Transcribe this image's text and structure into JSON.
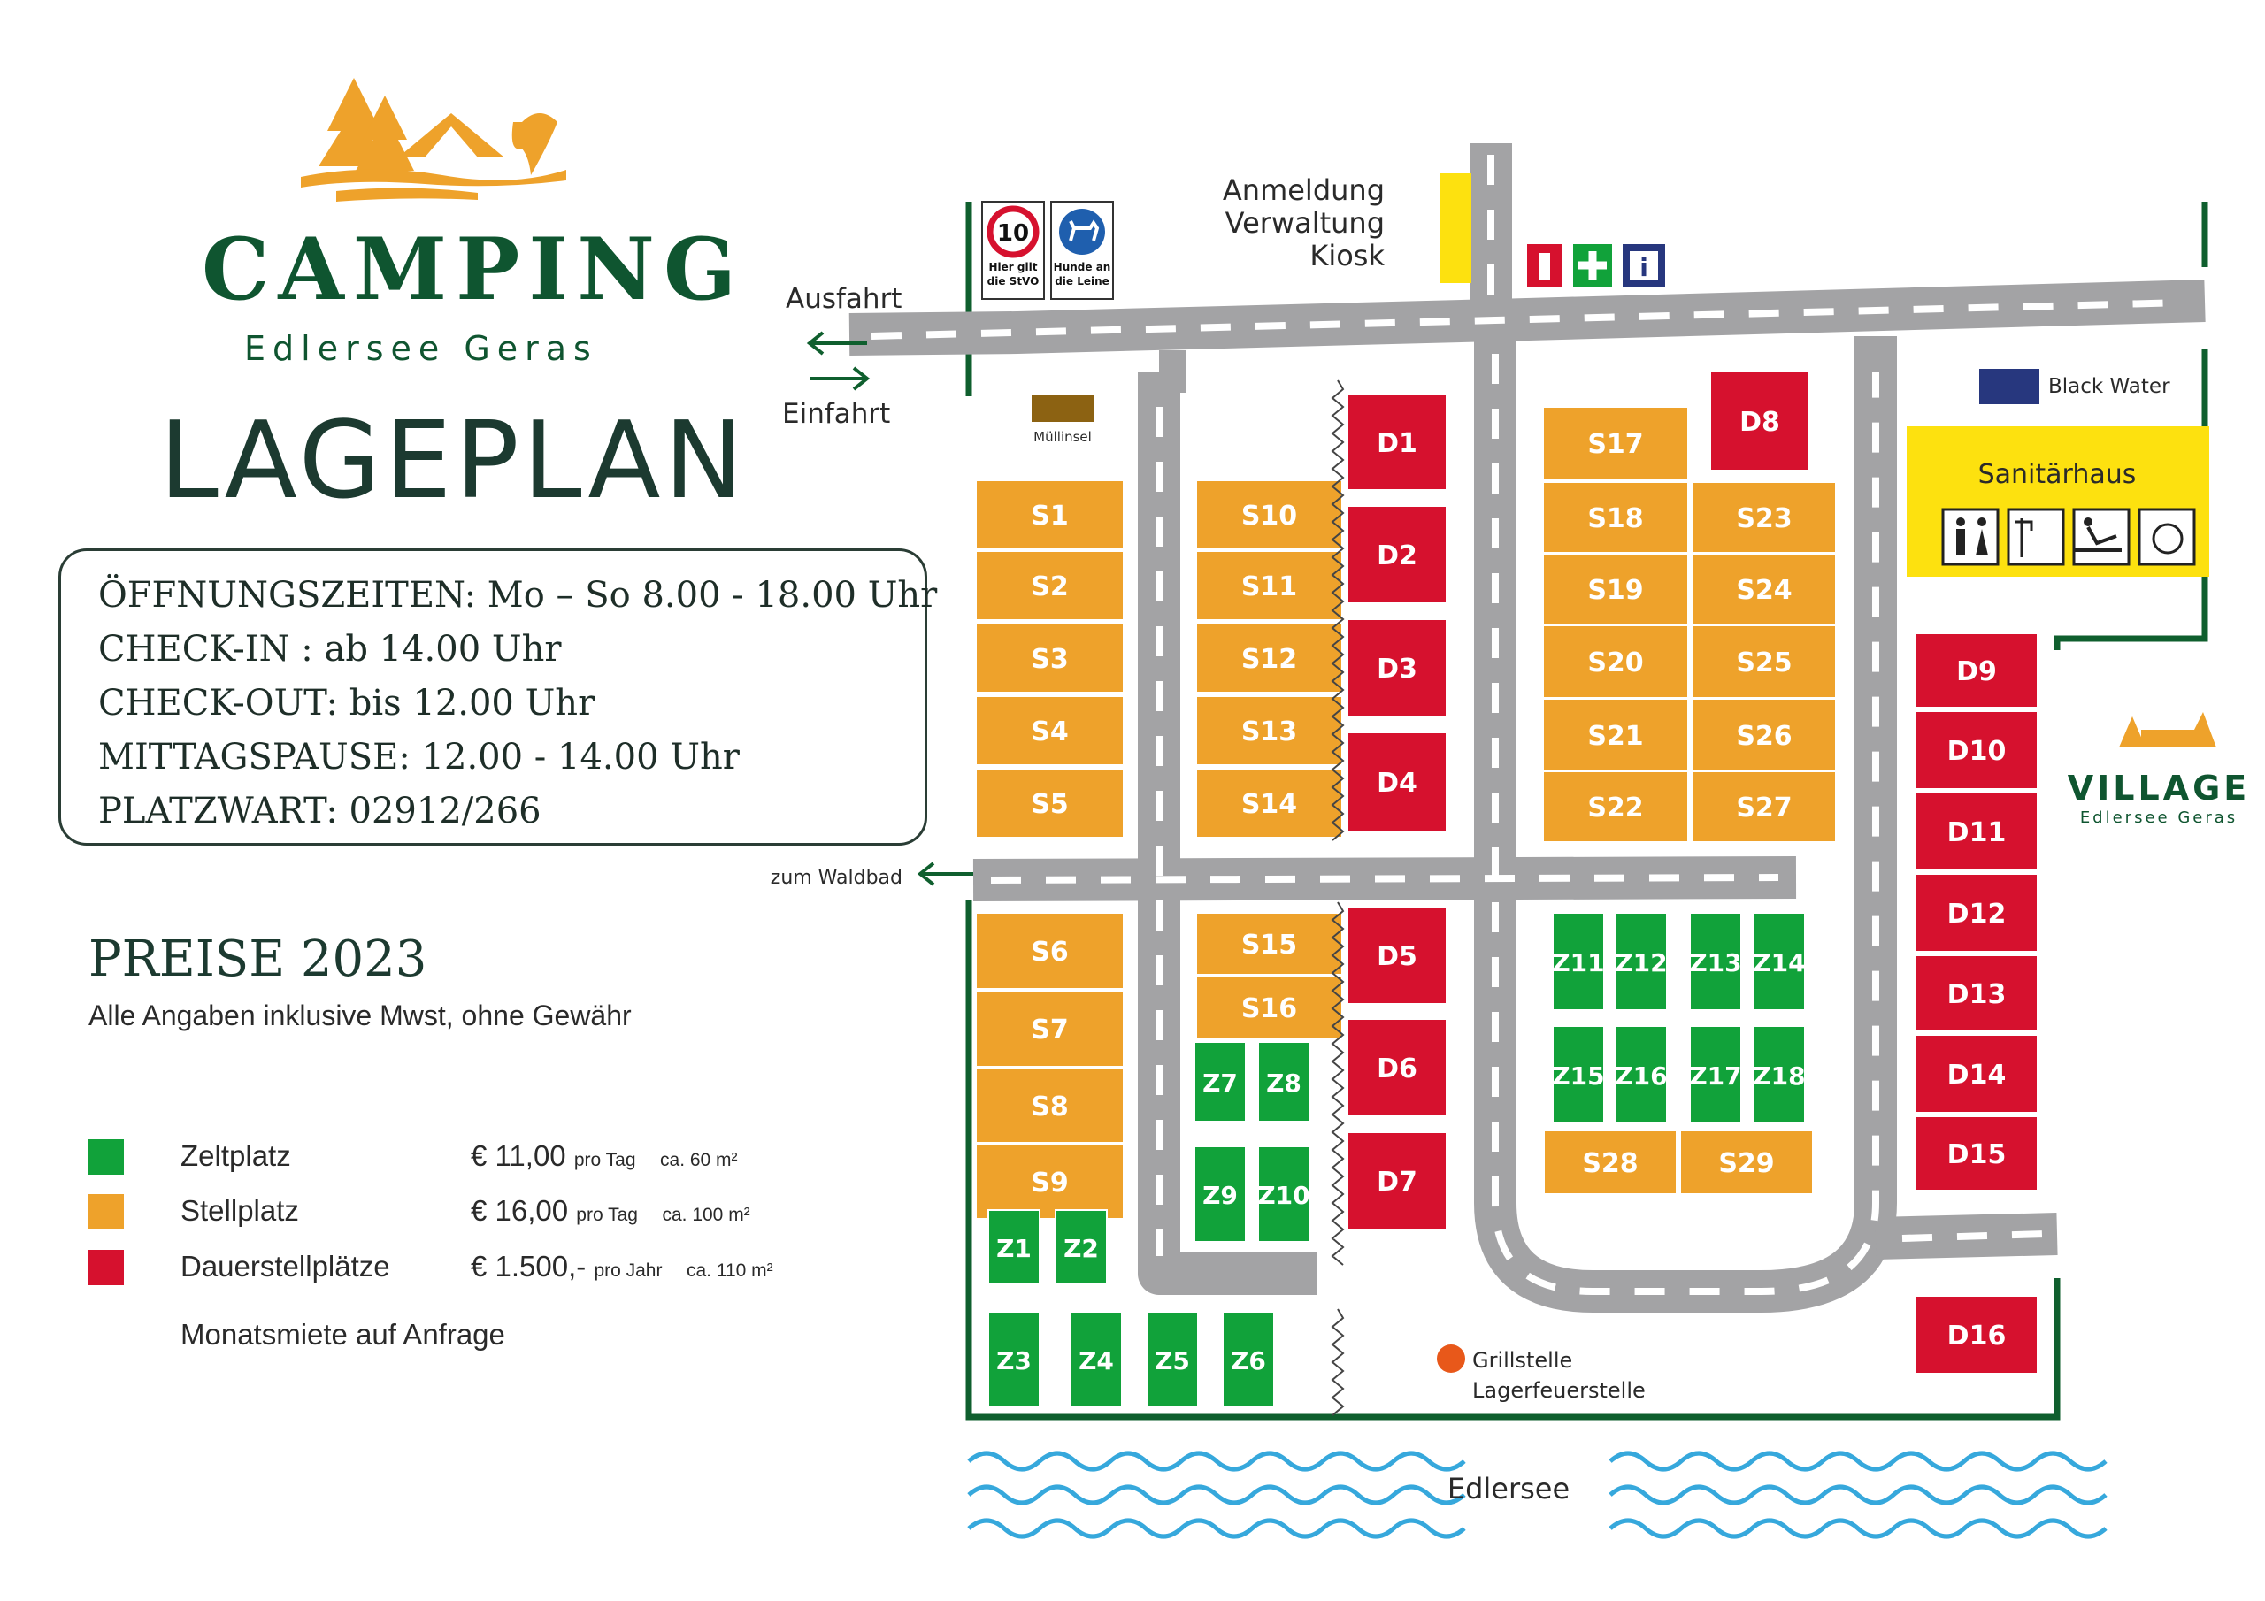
{
  "header": {
    "brand": "CAMPING",
    "subtitle": "Edlersee Geras",
    "title": "LAGEPLAN"
  },
  "info": {
    "lines": [
      "ÖFFNUNGSZEITEN: Mo – So 8.00  -  18.00 Uhr",
      "CHECK-IN : ab 14.00 Uhr",
      "CHECK-OUT: bis 12.00 Uhr",
      "MITTAGSPAUSE: 12.00 - 14.00 Uhr",
      "PLATZWART:  02912/266"
    ]
  },
  "prices": {
    "title": "PREISE 2023",
    "note": "Alle Angaben inklusive Mwst, ohne Gewähr",
    "items": [
      {
        "label": "Zeltplatz",
        "price": "€ 11,00",
        "unit": "pro Tag",
        "area": "ca. 60 m²",
        "color": "#11a23a"
      },
      {
        "label": "Stellplatz",
        "price": "€ 16,00",
        "unit": "pro Tag",
        "area": "ca. 100 m²",
        "color": "#eea22b"
      },
      {
        "label": "Dauerstellplätze",
        "price": "€ 1.500,-",
        "unit": "pro Jahr",
        "area": "ca. 110 m²",
        "color": "#d6112e"
      }
    ],
    "footnote": "Monatsmiete auf Anfrage"
  },
  "colors": {
    "zelt": "#11a23a",
    "stell": "#eea22b",
    "dauer": "#d6112e",
    "road": "#a3a3a5",
    "fence": "#0f5f2e",
    "water": "#36a8dc",
    "yellow": "#fde10f",
    "navy": "#27377e",
    "brown": "#8c6212"
  },
  "map": {
    "exit": "Ausfahrt",
    "entry": "Einfahrt",
    "waldbad": "zum Waldbad",
    "muellinsel": "Müllinsel",
    "office": [
      "Anmeldung",
      "Verwaltung",
      "Kiosk"
    ],
    "black_water": "Black Water",
    "sanitaer": "Sanitärhaus",
    "grill": [
      "Grillstelle",
      "Lagerfeuerstelle"
    ],
    "lake": "Edlersee",
    "village": "VILLAGE",
    "village_sub": "Edlersee Geras",
    "sign_speed": "10",
    "sign_speed_text": [
      "Hier gilt",
      "die StVO"
    ],
    "sign_dog_text": [
      "Hunde an",
      "die Leine"
    ],
    "lots": [
      {
        "id": "S1",
        "t": "stell"
      },
      {
        "id": "S2",
        "t": "stell"
      },
      {
        "id": "S3",
        "t": "stell"
      },
      {
        "id": "S4",
        "t": "stell"
      },
      {
        "id": "S5",
        "t": "stell"
      },
      {
        "id": "S10",
        "t": "stell"
      },
      {
        "id": "S11",
        "t": "stell"
      },
      {
        "id": "S12",
        "t": "stell"
      },
      {
        "id": "S13",
        "t": "stell"
      },
      {
        "id": "S14",
        "t": "stell"
      },
      {
        "id": "S6",
        "t": "stell"
      },
      {
        "id": "S7",
        "t": "stell"
      },
      {
        "id": "S8",
        "t": "stell"
      },
      {
        "id": "S9",
        "t": "stell"
      },
      {
        "id": "S15",
        "t": "stell"
      },
      {
        "id": "S16",
        "t": "stell"
      },
      {
        "id": "S17",
        "t": "stell"
      },
      {
        "id": "S18",
        "t": "stell"
      },
      {
        "id": "S19",
        "t": "stell"
      },
      {
        "id": "S20",
        "t": "stell"
      },
      {
        "id": "S21",
        "t": "stell"
      },
      {
        "id": "S22",
        "t": "stell"
      },
      {
        "id": "S23",
        "t": "stell"
      },
      {
        "id": "S24",
        "t": "stell"
      },
      {
        "id": "S25",
        "t": "stell"
      },
      {
        "id": "S26",
        "t": "stell"
      },
      {
        "id": "S27",
        "t": "stell"
      },
      {
        "id": "S28",
        "t": "stell"
      },
      {
        "id": "S29",
        "t": "stell"
      },
      {
        "id": "D1",
        "t": "dauer"
      },
      {
        "id": "D2",
        "t": "dauer"
      },
      {
        "id": "D3",
        "t": "dauer"
      },
      {
        "id": "D4",
        "t": "dauer"
      },
      {
        "id": "D5",
        "t": "dauer"
      },
      {
        "id": "D6",
        "t": "dauer"
      },
      {
        "id": "D7",
        "t": "dauer"
      },
      {
        "id": "D8",
        "t": "dauer"
      },
      {
        "id": "D9",
        "t": "dauer"
      },
      {
        "id": "D10",
        "t": "dauer"
      },
      {
        "id": "D11",
        "t": "dauer"
      },
      {
        "id": "D12",
        "t": "dauer"
      },
      {
        "id": "D13",
        "t": "dauer"
      },
      {
        "id": "D14",
        "t": "dauer"
      },
      {
        "id": "D15",
        "t": "dauer"
      },
      {
        "id": "D16",
        "t": "dauer"
      },
      {
        "id": "Z1",
        "t": "zelt"
      },
      {
        "id": "Z2",
        "t": "zelt"
      },
      {
        "id": "Z3",
        "t": "zelt"
      },
      {
        "id": "Z4",
        "t": "zelt"
      },
      {
        "id": "Z5",
        "t": "zelt"
      },
      {
        "id": "Z6",
        "t": "zelt"
      },
      {
        "id": "Z7",
        "t": "zelt"
      },
      {
        "id": "Z8",
        "t": "zelt"
      },
      {
        "id": "Z9",
        "t": "zelt"
      },
      {
        "id": "Z10",
        "t": "zelt"
      },
      {
        "id": "Z11",
        "t": "zelt"
      },
      {
        "id": "Z12",
        "t": "zelt"
      },
      {
        "id": "Z13",
        "t": "zelt"
      },
      {
        "id": "Z14",
        "t": "zelt"
      },
      {
        "id": "Z15",
        "t": "zelt"
      },
      {
        "id": "Z16",
        "t": "zelt"
      },
      {
        "id": "Z17",
        "t": "zelt"
      },
      {
        "id": "Z18",
        "t": "zelt"
      }
    ]
  }
}
